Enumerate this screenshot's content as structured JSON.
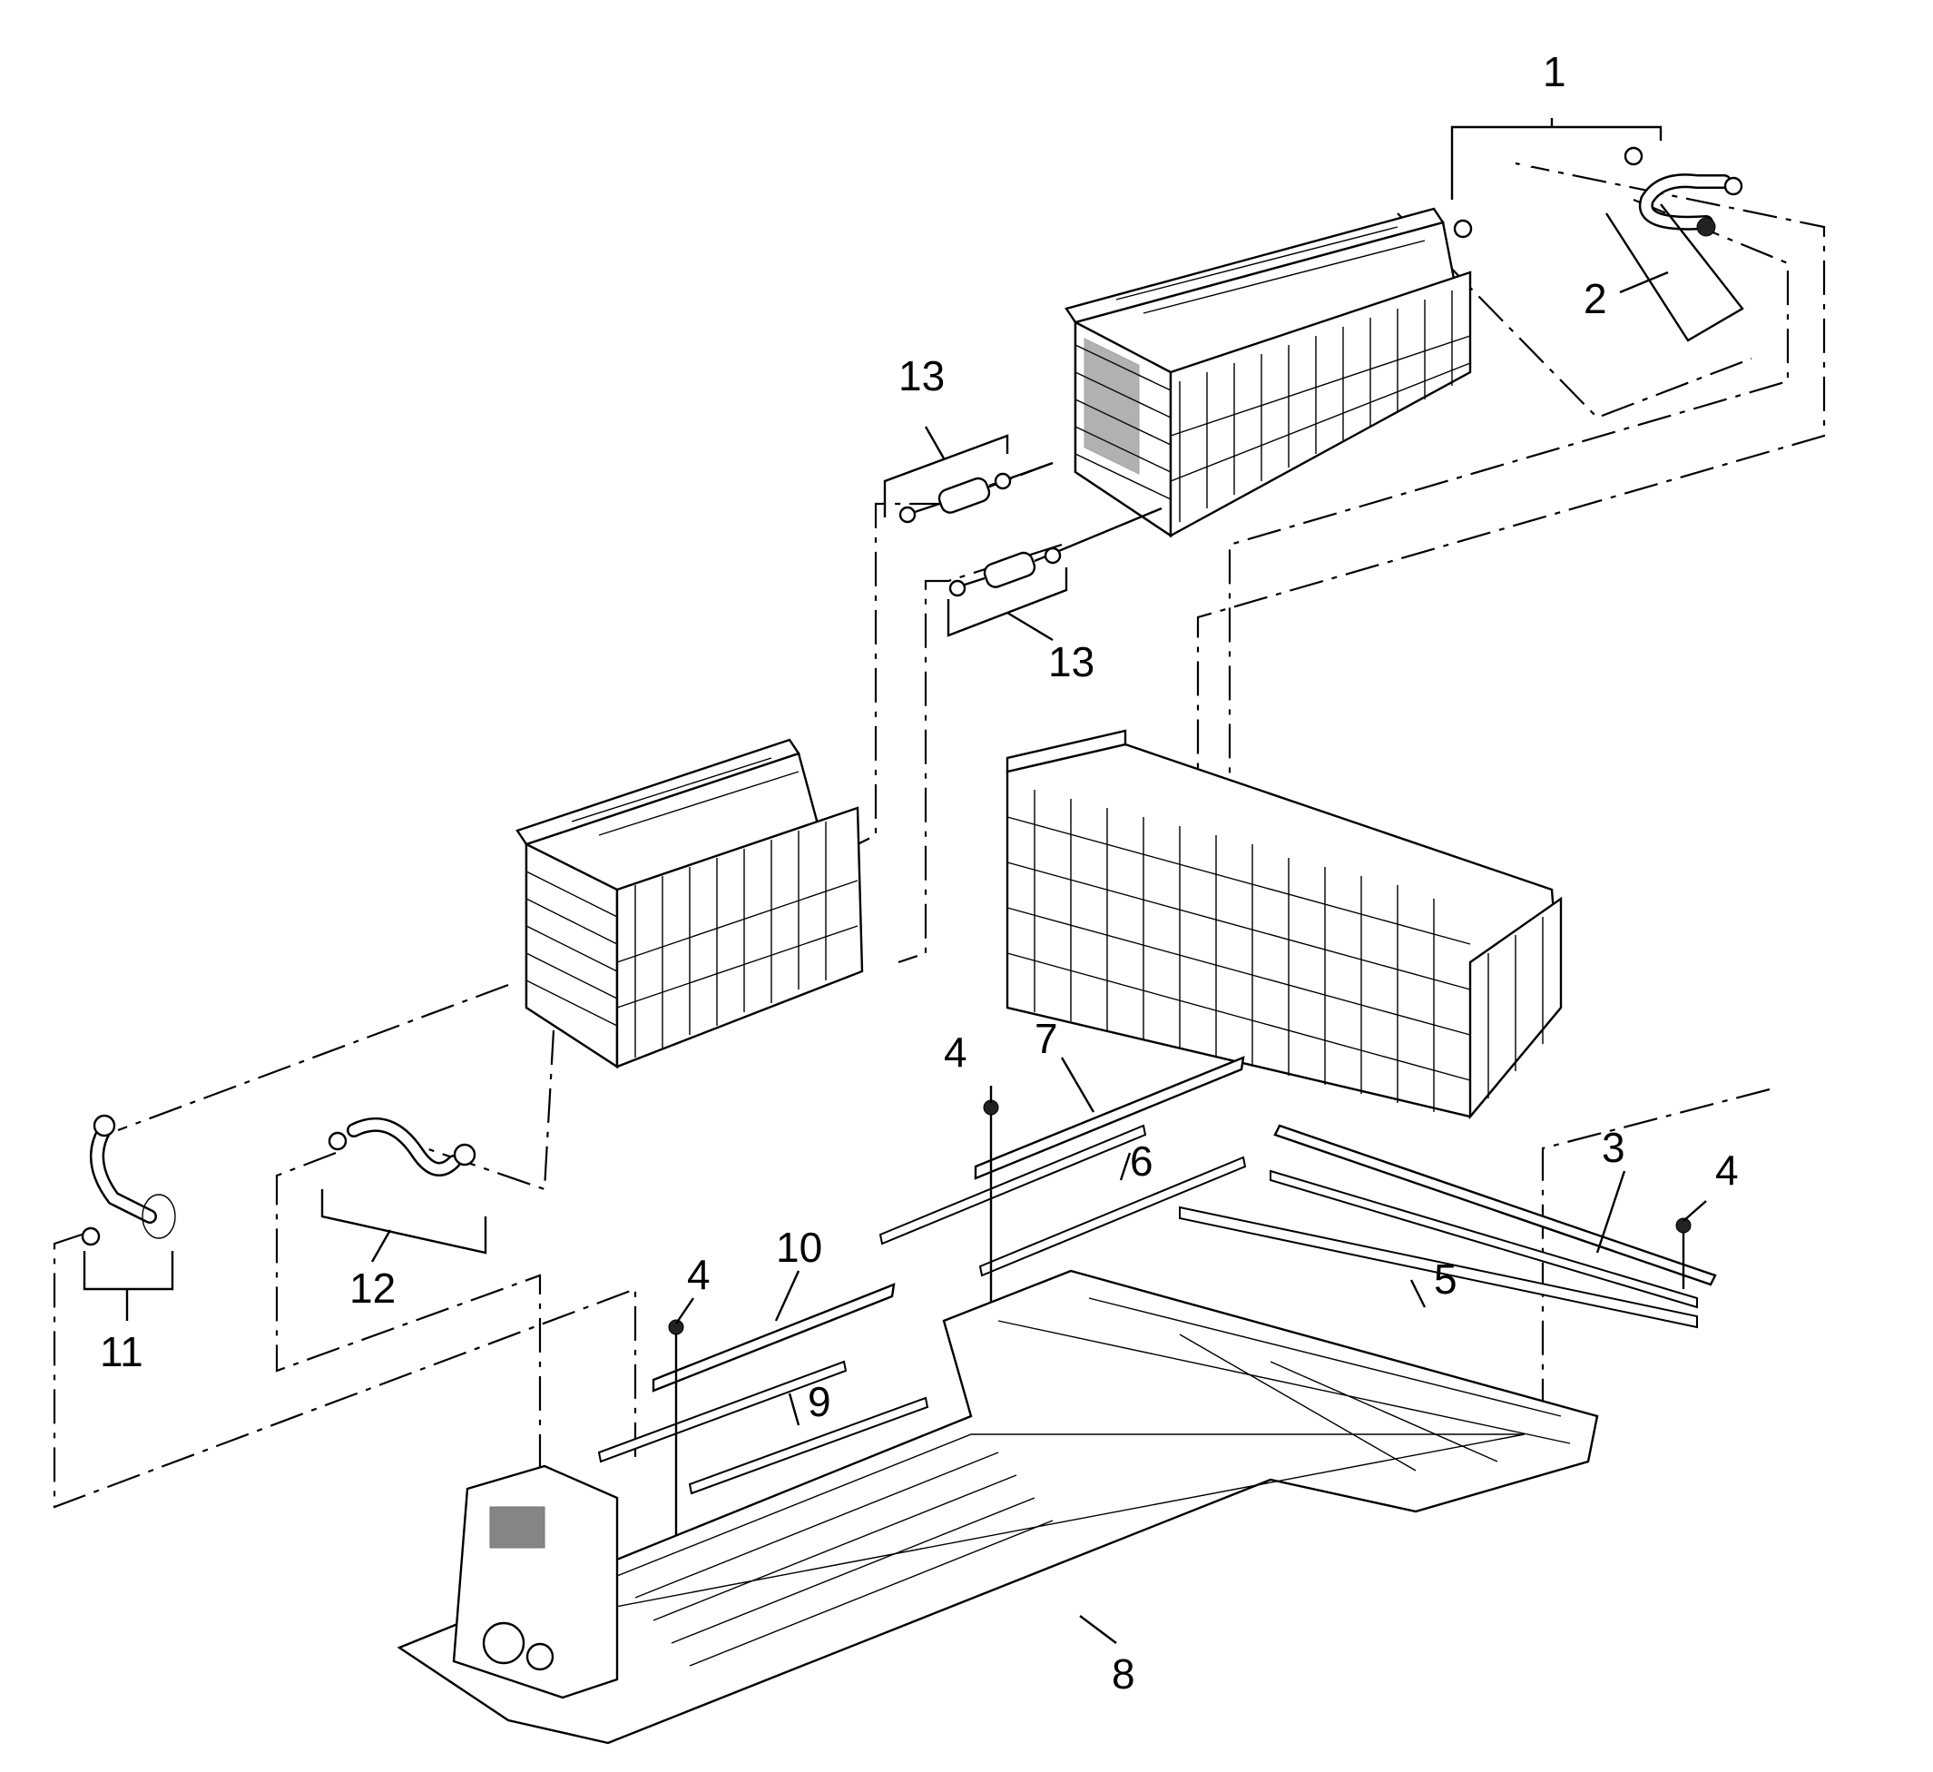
{
  "callouts": [
    {
      "id": "c1",
      "label": "1"
    },
    {
      "id": "c2",
      "label": "2"
    },
    {
      "id": "c3",
      "label": "3"
    },
    {
      "id": "c4a",
      "label": "4"
    },
    {
      "id": "c4b",
      "label": "4"
    },
    {
      "id": "c4c",
      "label": "4"
    },
    {
      "id": "c5",
      "label": "5"
    },
    {
      "id": "c6",
      "label": "6"
    },
    {
      "id": "c7",
      "label": "7"
    },
    {
      "id": "c8",
      "label": "8"
    },
    {
      "id": "c9",
      "label": "9"
    },
    {
      "id": "c10",
      "label": "10"
    },
    {
      "id": "c11",
      "label": "11"
    },
    {
      "id": "c12",
      "label": "12"
    },
    {
      "id": "c13a",
      "label": "13"
    },
    {
      "id": "c13b",
      "label": "13"
    }
  ]
}
